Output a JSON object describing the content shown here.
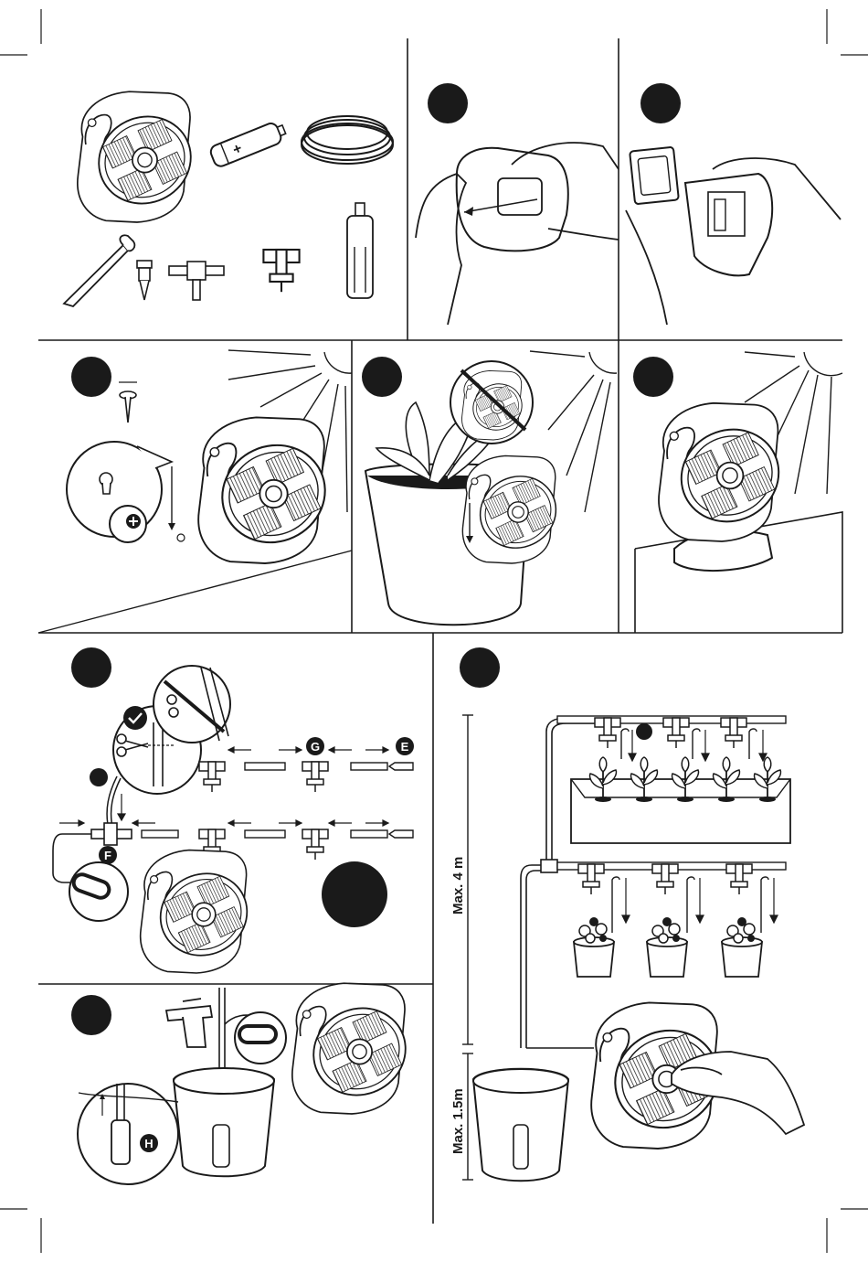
{
  "step_markers": [
    "G",
    "E",
    "F",
    "H"
  ],
  "dimensions": {
    "max_height_upper": "Max. 4 m",
    "max_height_lower": "Max. 1.5m"
  },
  "battery_sign": "+",
  "colors": {
    "line": "#1a1a1a",
    "fill": "#ffffff",
    "marker": "#1a1a1a",
    "solar": "#2a2a2a",
    "soil": "#1a1a1a"
  }
}
